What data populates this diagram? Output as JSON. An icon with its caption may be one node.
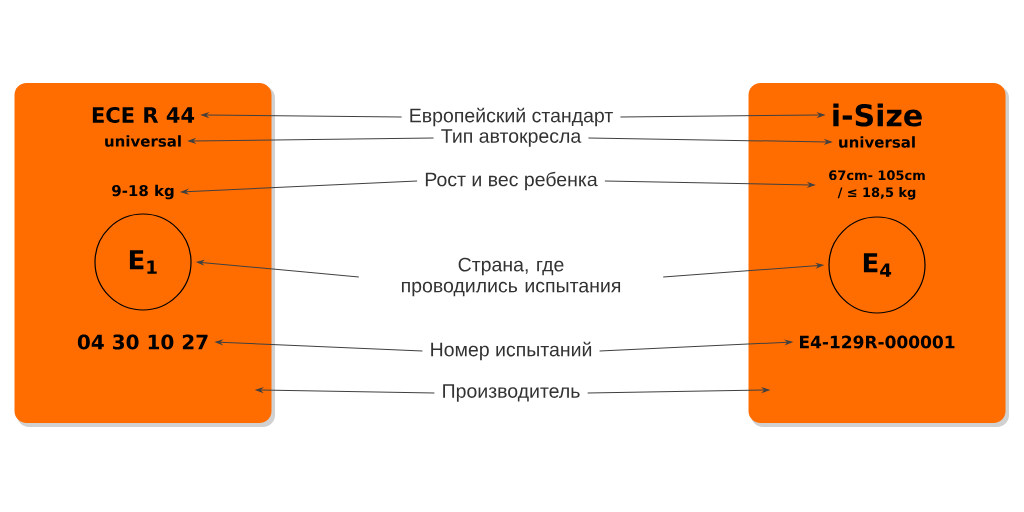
{
  "diagram": {
    "nodes": [
      {
        "text": [],
        "shape": "box"
      },
      {
        "text": [
          "ECE R 44"
        ],
        "in": 0
      },
      {
        "text": [
          "universal"
        ],
        "in": 0
      },
      {
        "text": [
          "9-18 kg"
        ],
        "in": 0
      },
      {
        "text": [
          "E$_{1}$"
        ],
        "in": 0
      },
      {
        "text": [
          "04 30 10 27"
        ],
        "in": 0
      },
      {
        "text": [
          "Европейский стандарт"
        ]
      },
      {
        "text": [
          "Тип автокресла"
        ]
      },
      {
        "text": [
          "Рост и вес ребенка"
        ]
      },
      {
        "text": [
          "Страна, где проводились испытания"
        ]
      },
      {
        "text": [
          "Номер испытаний"
        ]
      },
      {
        "text": [
          "Производитель"
        ]
      },
      {
        "text": [],
        "shape": "box"
      },
      {
        "text": [
          "i-Size"
        ],
        "in": 12
      },
      {
        "text": [
          "universal"
        ],
        "in": 12
      },
      {
        "text": [
          "67cm- 105cm / ≤ 18,5 kg"
        ],
        "in": 12
      },
      {
        "text": [
          "E$_{4}$"
        ],
        "in": 12
      },
      {
        "text": [
          "E4-129R-000001"
        ],
        "in": 12
      }
    ],
    "edges": [
      {
        "from": 6,
        "to": 1,
        "arrow": "to"
      },
      {
        "from": 7,
        "to": 2,
        "arrow": "to"
      },
      {
        "from": 8,
        "to": 3,
        "arrow": "to"
      },
      {
        "from": 9,
        "to": 4,
        "arrow": "to"
      },
      {
        "from": 10,
        "to": 5,
        "arrow": "to"
      },
      {
        "from": 11,
        "to": 0,
        "arrow": "to"
      },
      {
        "from": 6,
        "to": 13,
        "arrow": "to"
      },
      {
        "from": 7,
        "to": 14,
        "arrow": "to"
      },
      {
        "from": 8,
        "to": 15,
        "arrow": "to"
      },
      {
        "from": 9,
        "to": 16,
        "arrow": "to"
      },
      {
        "from": 10,
        "to": 17,
        "arrow": "to"
      },
      {
        "from": 11,
        "to": 12,
        "arrow": "to"
      }
    ]
  }
}
